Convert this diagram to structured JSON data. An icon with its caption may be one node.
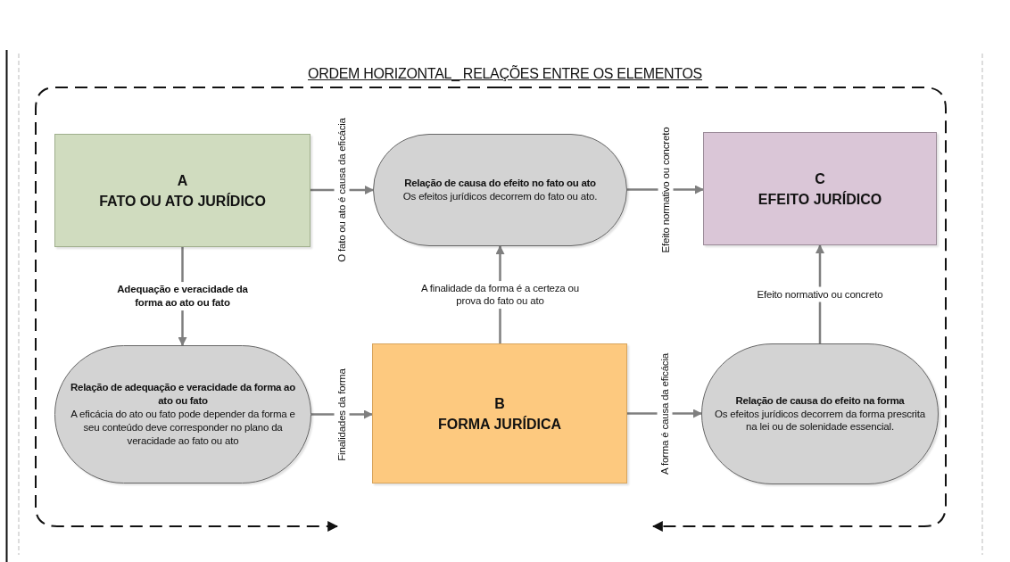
{
  "diagram": {
    "title": "ORDEM HORIZONTAL_ RELAÇÕES ENTRE OS ELEMENTOS",
    "nodes": [
      {
        "text": [
          "A",
          "FATO OU ATO JURÍDICO"
        ]
      },
      {
        "text": [
          "Relação de causa do efeito no fato ou ato",
          "Os efeitos jurídicos decorrem do fato ou ato."
        ]
      },
      {
        "text": [
          "C",
          "EFEITO JURÍDICO"
        ]
      },
      {
        "text": [
          "Relação de adequação e veracidade da forma ao ato ou fato",
          "A eficácia do ato ou fato pode depender da forma e seu conteúdo deve corresponder no plano da veracidade ao fato ou ato"
        ]
      },
      {
        "text": [
          "B",
          "FORMA JURÍDICA"
        ]
      },
      {
        "text": [
          "Relação de causa do efeito na forma",
          "Os efeitos jurídicos decorrem da forma prescrita na lei ou de solenidade essencial."
        ]
      }
    ],
    "edges": [
      {
        "from": 0,
        "to": 1,
        "arrow": "to",
        "label": "O fato ou ato é causa da eficácia"
      },
      {
        "from": 1,
        "to": 2,
        "arrow": "to",
        "label": "Efeito normativo ou concreto"
      },
      {
        "from": 0,
        "to": 3,
        "arrow": "to",
        "label": "Adequação e veracidade da forma ao ato ou fato"
      },
      {
        "from": 3,
        "to": 4,
        "arrow": "to",
        "label": "Finalidades da forma"
      },
      {
        "from": 4,
        "to": 1,
        "arrow": "to",
        "label": "A finalidade da forma é a certeza ou prova do fato ou ato"
      },
      {
        "from": 4,
        "to": 5,
        "arrow": "to",
        "label": "A forma é causa da eficácia"
      },
      {
        "from": 5,
        "to": 2,
        "arrow": "to",
        "label": "Efeito normativo ou concreto"
      }
    ]
  }
}
